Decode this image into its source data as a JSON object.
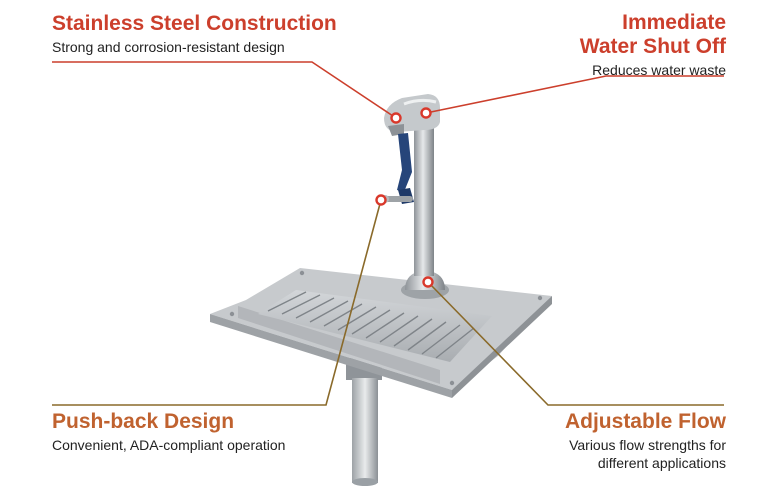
{
  "callouts": {
    "stainless": {
      "title": "Stainless Steel Construction",
      "desc": "Strong and corrosion-resistant design"
    },
    "shutoff": {
      "title_line1": "Immediate",
      "title_line2": "Water Shut Off",
      "desc": "Reduces water waste"
    },
    "pushback": {
      "title": "Push-back Design",
      "desc": "Convenient, ADA-compliant operation"
    },
    "flow": {
      "title": "Adjustable Flow",
      "desc_line1": "Various flow strengths for",
      "desc_line2": "different applications"
    }
  },
  "colors": {
    "top_callout": "#cc3f2c",
    "bottom_callout": "#c0622f",
    "lever": "#26457a",
    "steel": "#b9bdc1"
  }
}
